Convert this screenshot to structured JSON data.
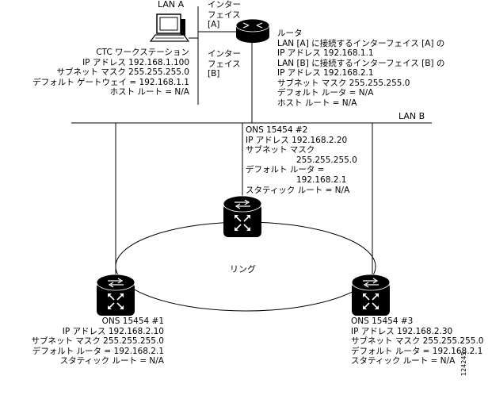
{
  "lan_a": {
    "label": "LAN A"
  },
  "lan_b": {
    "label": "LAN B"
  },
  "ring": {
    "label": "リング"
  },
  "interface_a": {
    "lines": [
      "インター",
      "フェイス",
      "[A]"
    ]
  },
  "interface_b": {
    "lines": [
      "インター",
      "フェイス",
      "[B]"
    ]
  },
  "workstation": {
    "lines": [
      "CTC ワークステーション",
      "IP アドレス 192.168.1.100",
      "サブネット マスク 255.255.255.0",
      "デフォルト ゲートウェイ = 192.168.1.1",
      "ホスト ルート = N/A"
    ]
  },
  "router": {
    "lines": [
      "ルータ",
      "LAN [A] に接続するインターフェイス [A] の",
      "IP アドレス 192.168.1.1",
      "LAN  [B] に接続するインターフェイス [B] の",
      "IP アドレス  192.168.2.1",
      "サブネット マスク 255.255.255.0",
      "デフォルト ルータ = N/A",
      "ホスト ルート =  N/A"
    ]
  },
  "node2": {
    "lines": [
      "ONS 15454 #2",
      "IP アドレス 192.168.2.20",
      "サブネット マスク",
      "255.255.255.0",
      "デフォルト ルータ =",
      "192.168.2.1",
      "スタティック ルート = N/A"
    ]
  },
  "node1": {
    "lines": [
      "ONS 15454 #1",
      "IP アドレス 192.168.2.10",
      "サブネット マスク 255.255.255.0",
      "デフォルト ルータ = 192.168.2.1",
      "スタティック ルート = N/A"
    ]
  },
  "node3": {
    "lines": [
      "ONS 15454 #3",
      "IP アドレス 192.168.2.30",
      "サブネット マスク 255.255.255.0",
      "デフォルト ルータ = 192.168.2.1",
      "スタティック ルート = N/A"
    ]
  },
  "figure_id": "124245"
}
